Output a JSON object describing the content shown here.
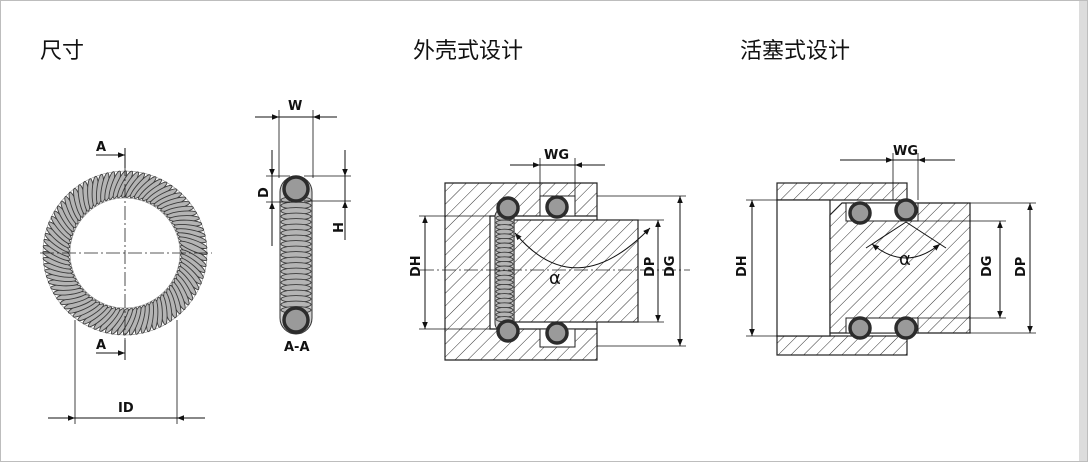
{
  "sections": {
    "size": "尺寸",
    "housing": "外壳式设计",
    "piston": "活塞式设计"
  },
  "size_labels": {
    "section_top": "A",
    "section_bottom": "A",
    "id": "ID",
    "w": "W",
    "d": "D",
    "h": "H",
    "section_view": "A-A"
  },
  "housing_labels": {
    "wg": "WG",
    "dh": "DH",
    "alpha": "α",
    "dp": "DP",
    "dg": "DG"
  },
  "piston_labels": {
    "wg": "WG",
    "dh": "DH",
    "alpha": "α",
    "dg": "DG",
    "dp": "DP"
  },
  "colors": {
    "line": "#111111",
    "coil_fill": "#b4b4b4",
    "frame": "#bdbdbd"
  }
}
